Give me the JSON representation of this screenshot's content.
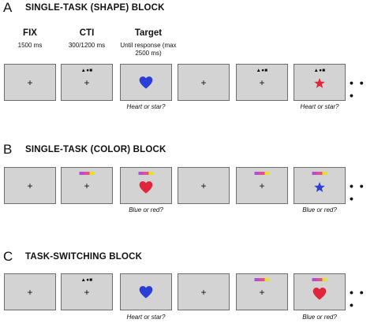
{
  "panels": [
    {
      "letter": "A",
      "title": "SINGLE-TASK (SHAPE) BLOCK",
      "questions": [
        "Heart or star?",
        "Heart or star?"
      ]
    },
    {
      "letter": "B",
      "title": "SINGLE-TASK (COLOR) BLOCK",
      "questions": [
        "Blue or red?",
        "Blue or red?"
      ]
    },
    {
      "letter": "C",
      "title": "TASK-SWITCHING BLOCK",
      "questions": [
        "Heart or star?",
        "Blue or red?"
      ]
    }
  ],
  "columns": [
    {
      "head": "FIX",
      "sub": "1500 ms"
    },
    {
      "head": "CTI",
      "sub": "300/1200 ms"
    },
    {
      "head": "Target",
      "sub": "Until response (max 2500 ms)"
    }
  ],
  "symbols": {
    "fixation": "+",
    "shape_cue": "▲●■",
    "continuation": "• • •"
  },
  "colors": {
    "screen_bg": "#d3d3d3",
    "stimulus_blue": "#2a3fd6",
    "stimulus_red": "#e0263a",
    "cue_purple": "#b04fd0",
    "cue_pink": "#e0508e",
    "cue_yellow": "#e8e020"
  }
}
